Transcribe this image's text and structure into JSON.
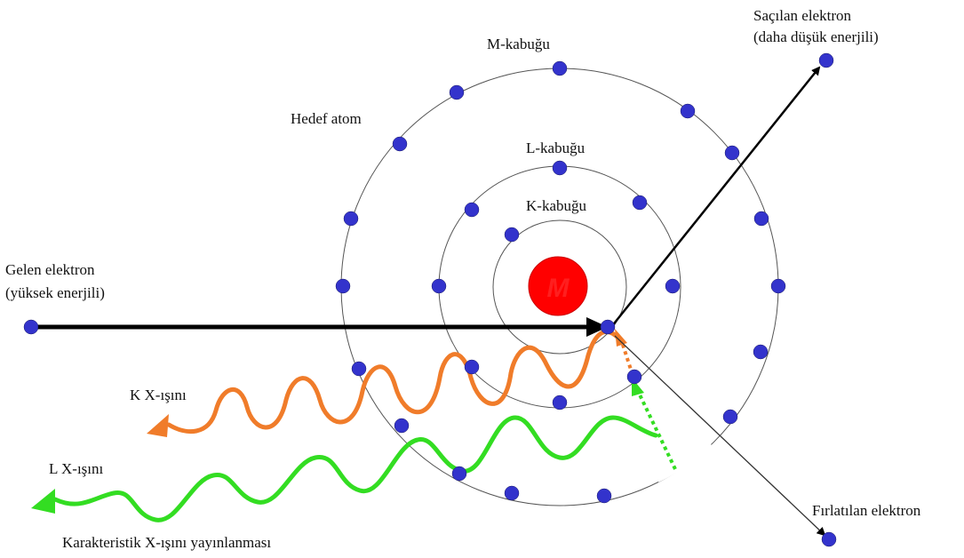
{
  "labels": {
    "m_shell": "M-kabuğu",
    "l_shell": "L-kabuğu",
    "k_shell": "K-kabuğu",
    "target_atom": "Hedef atom",
    "scattered_line1": "Saçılan elektron",
    "scattered_line2": "(daha düşük enerjili)",
    "incident_line1": "Gelen elektron",
    "incident_line2": "(yüksek enerjili)",
    "k_xray": "K X-ışını",
    "l_xray": "L X-ışını",
    "ejected": "Fırlatılan elektron",
    "caption": "Karakteristik X-ışını yayınlanması"
  },
  "colors": {
    "electron": "#3333cc",
    "nucleus": "#ff0000",
    "k_xray": "#f07c2a",
    "l_xray": "#33dd22",
    "arrow": "#000000",
    "shell": "#555555"
  }
}
